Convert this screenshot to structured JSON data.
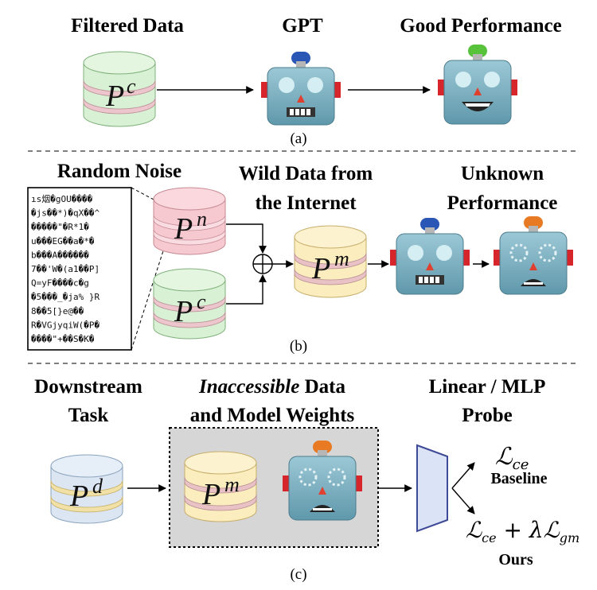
{
  "panel_a": {
    "heading_filtered": "Filtered Data",
    "heading_gpt": "GPT",
    "heading_good": "Good Performance",
    "db_label": "P",
    "db_sup": "c",
    "caption": "(a)"
  },
  "panel_b": {
    "heading_noise": "Random Noise",
    "heading_wild_1": "Wild Data from",
    "heading_wild_2": "the Internet",
    "heading_unknown_1": "Unknown",
    "heading_unknown_2": "Performance",
    "db_noise_label": "P",
    "db_noise_sup": "n",
    "db_clean_label": "P",
    "db_clean_sup": "c",
    "db_mixed_label": "P",
    "db_mixed_sup": "m",
    "plus_symbol": "⊕",
    "caption": "(b)",
    "noise_lines": [
      "ıs烟�gOU����",
      "�js��*)�qX��^",
      "�����\"�R*1�",
      "u���EG��a�*�",
      "b���A������",
      "7��'W�(a1��P]",
      "Q=yF����c�g",
      "�5���_�ja% }R",
      "8��5[}e@��",
      "R�VGjyqiW(�P�",
      "����\"+��S�K�"
    ]
  },
  "panel_c": {
    "heading_downstream_1": "Downstream",
    "heading_downstream_2": "Task",
    "heading_inaccessible_italic": "Inaccessible",
    "heading_inaccessible_rest": " Data",
    "heading_inaccessible_2": "and Model Weights",
    "heading_probe_1": "Linear / MLP",
    "heading_probe_2": "Probe",
    "db_down_label": "P",
    "db_down_sup": "d",
    "db_mixed_label": "P",
    "db_mixed_sup": "m",
    "loss_baseline": "ℒ",
    "loss_baseline_sub": "ce",
    "label_baseline": "Baseline",
    "loss_ours_a": "ℒ",
    "loss_ours_a_sub": "ce",
    "loss_ours_plus": " + λℒ",
    "loss_ours_sub": "gm",
    "label_ours": "Ours",
    "caption": "(c)"
  },
  "colors": {
    "db_green": "#d8f0d4",
    "db_green_band": "#ecc6cc",
    "db_pink": "#f6c8cf",
    "db_yellow": "#fbedbd",
    "db_yellow_band": "#e9c2c6",
    "db_blue": "#dbe6f2",
    "db_blue_band": "#f2e1a6",
    "robot_face": "#84b4c5",
    "robot_ear": "#d7262b",
    "antenna_blue": "#2a57b5",
    "antenna_green": "#57c23a",
    "antenna_orange": "#e77a23",
    "probe": "#dbe3f6",
    "probe_stroke": "#3e4a97",
    "gray_box": "#d6d6d6"
  }
}
